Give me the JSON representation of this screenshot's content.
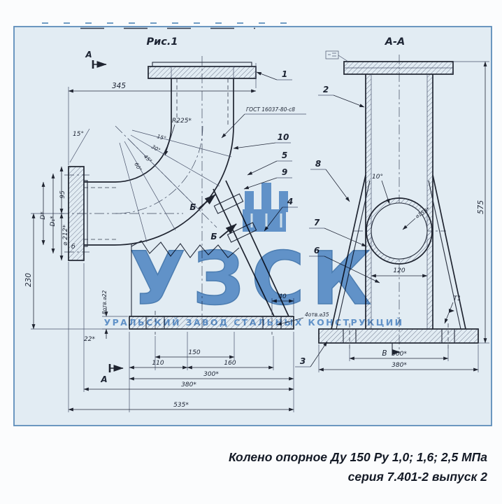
{
  "caption": {
    "line1": "Колено опорное Ду 150 Ру 1,0; 1,6; 2,5 МПа",
    "line2": "серия 7.401-2 выпуск 2"
  },
  "watermark": {
    "acronym": "УЗСК",
    "company": "УРАЛЬСКИЙ ЗАВОД СТАЛЬНЫХ КОНСТРУКЦИЙ"
  },
  "fig1": {
    "title": "Рис.1",
    "section_letter": "А",
    "view_letter": "Б",
    "point_label": "б",
    "balloons": {
      "flange": "1",
      "elbow": "10",
      "clamp_upper": "5",
      "clamp_lower": "9",
      "strut": "4"
    },
    "dims": {
      "overall_top": "345",
      "flange_tilt": "15°",
      "seg_angle_1": "15°",
      "seg_angle_2": "30°",
      "seg_angle_3": "45°",
      "seg_angle_4": "60°",
      "bend_radius": "R225*",
      "weld_note": "ГОСТ 16037-80-с8",
      "neck_height": "95",
      "pipe_od": "D*",
      "bolt_circle": "D₁*",
      "flange_od": "⌀ 212*",
      "axis_height": "230",
      "plate_thk": "22*",
      "flange_holes": "8отв.⌀22",
      "hole_offset": "40",
      "base_holes": "4отв.⌀35",
      "chain_150": "150",
      "chain_110": "110",
      "chain_160": "160",
      "chain_300": "300*",
      "chain_380": "380*",
      "chain_535": "535*"
    }
  },
  "section_aa": {
    "title": "А-А",
    "balloons": {
      "pipe": "2",
      "gusset": "8",
      "rib": "7",
      "saddle": "6",
      "base_plate": "3"
    },
    "dims": {
      "pipe_od": "⌀159*",
      "tilt": "10°",
      "inner_width": "120",
      "bolt_span": "300*",
      "base_width": "380*",
      "overall_height": "575",
      "weld_mark": "Т1",
      "weld_map_mark": "В"
    }
  }
}
